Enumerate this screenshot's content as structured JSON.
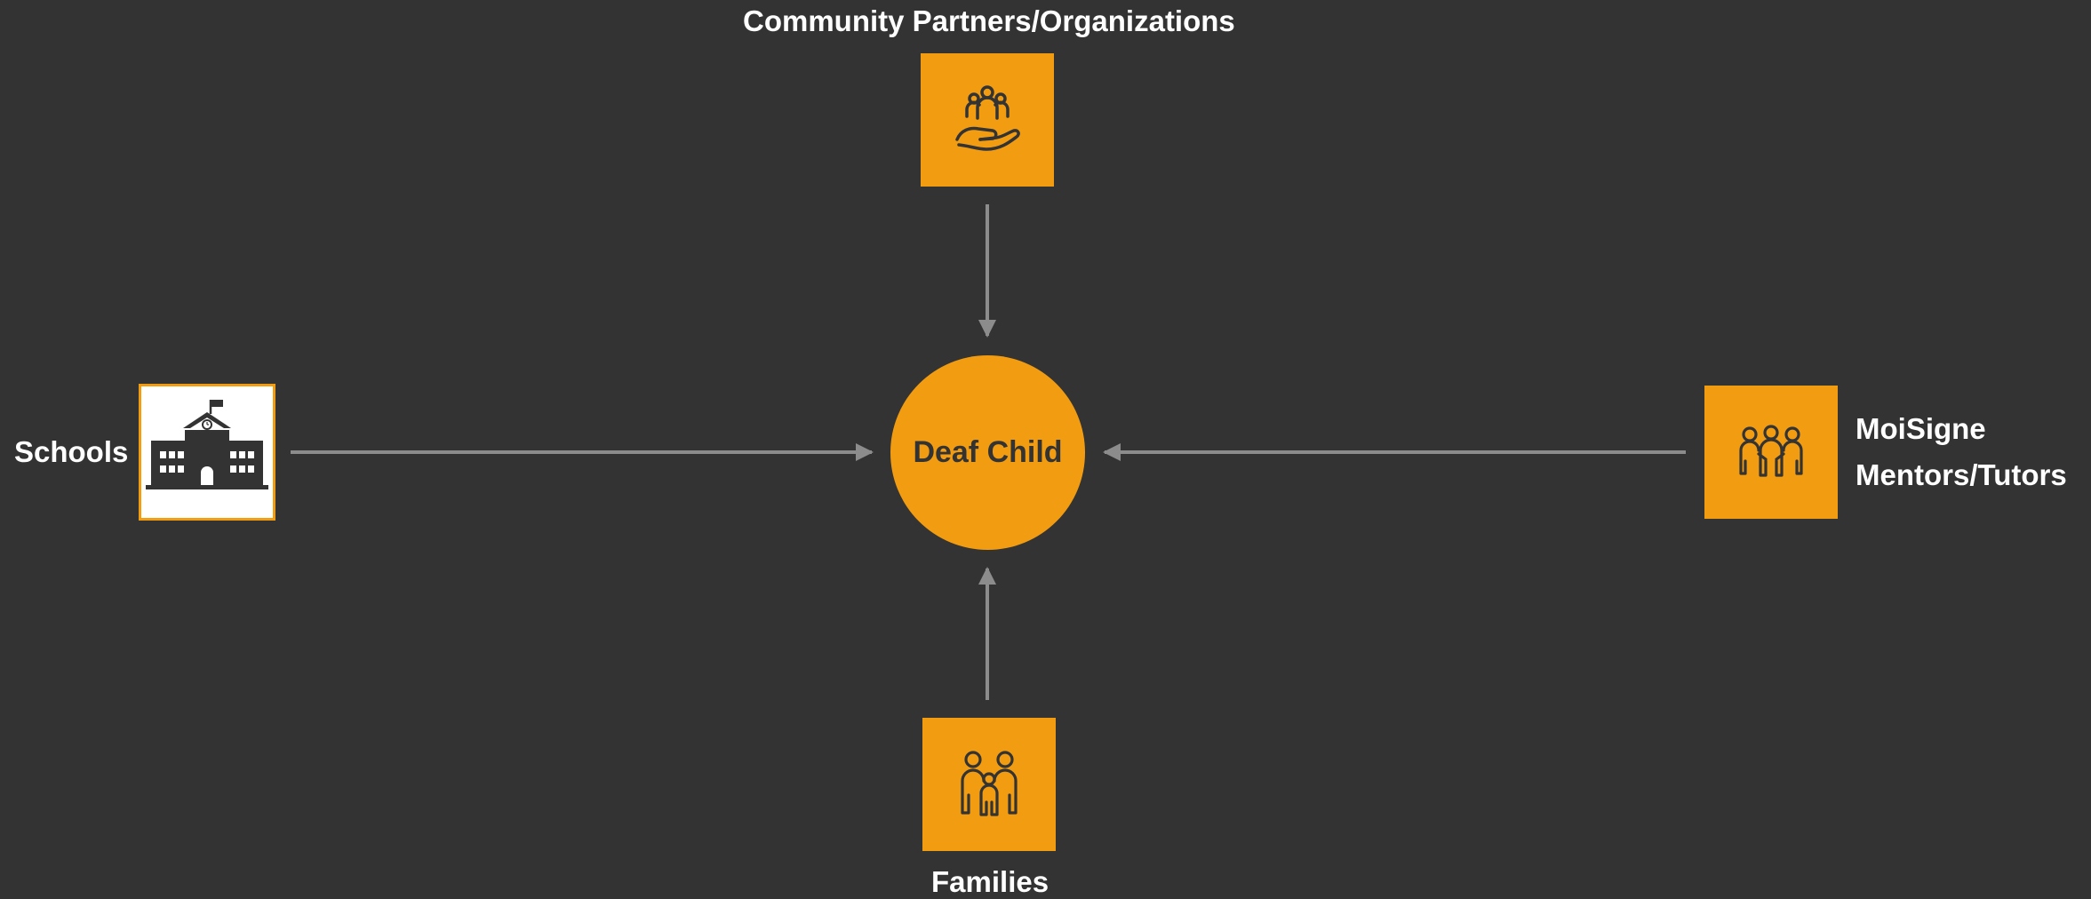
{
  "diagram": {
    "center": {
      "label": "Deaf Child"
    },
    "nodes": {
      "community": {
        "label": "Community Partners/Organizations",
        "icon": "hand-community-icon"
      },
      "schools": {
        "label": "Schools",
        "icon": "school-building-icon"
      },
      "mentors": {
        "label_line1": "MoiSigne",
        "label_line2": "Mentors/Tutors",
        "icon": "mentor-group-icon"
      },
      "families": {
        "label": "Families",
        "icon": "family-icon"
      }
    },
    "colors": {
      "background": "#333333",
      "accent": "#f29c12",
      "icon": "#333333",
      "arrow": "#8c8c8c",
      "text": "#ffffff"
    }
  }
}
